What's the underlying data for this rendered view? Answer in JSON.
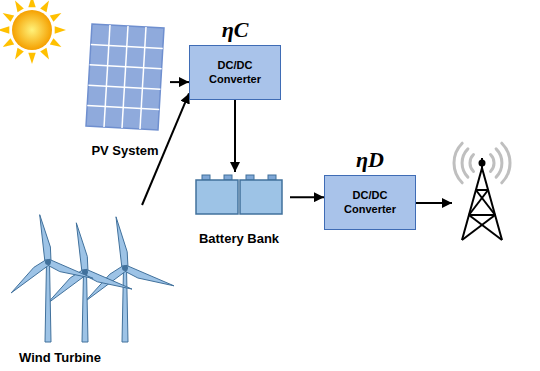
{
  "diagram": {
    "nodes": [
      {
        "text": [
          "PV System"
        ]
      },
      {
        "text": [
          "ηC",
          "DC/DC Converter"
        ]
      },
      {
        "text": [
          "Battery Bank"
        ]
      },
      {
        "text": [
          "ηD",
          "DC/DC Converter"
        ]
      },
      {
        "text": [
          "Wind Turbine"
        ]
      }
    ],
    "edges": [
      {
        "from": 0,
        "to": 1,
        "arrow": "to"
      },
      {
        "from": 4,
        "to": 1,
        "arrow": "to"
      },
      {
        "from": 1,
        "to": 2,
        "arrow": "to"
      },
      {
        "from": 2,
        "to": 3,
        "arrow": "to"
      }
    ]
  }
}
